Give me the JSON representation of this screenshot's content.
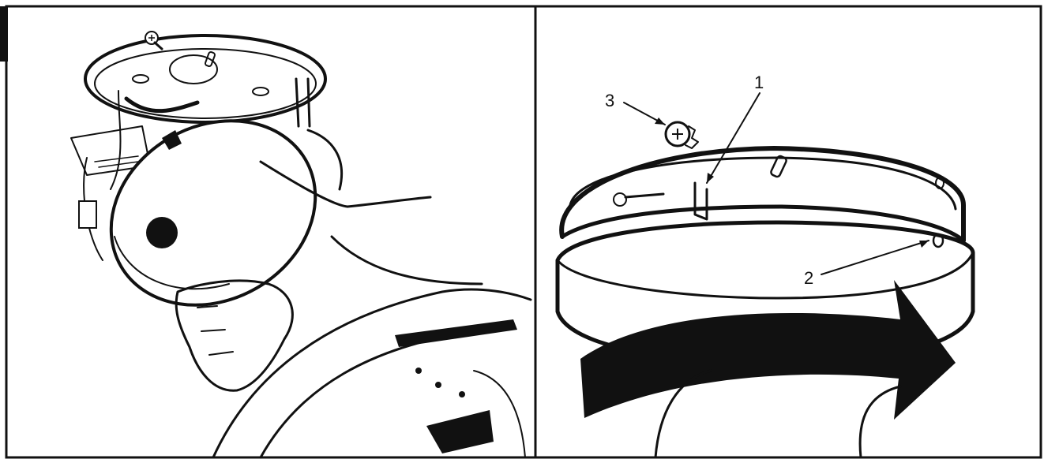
{
  "figure": {
    "callouts": [
      {
        "id": "1",
        "label": "1"
      },
      {
        "id": "2",
        "label": "2"
      },
      {
        "id": "3",
        "label": "3"
      }
    ],
    "colors": {
      "ink": "#111111",
      "paper": "#ffffff",
      "tab": "#000000"
    },
    "panels": [
      "hand-installing-detector",
      "detector-mounting-detail"
    ],
    "icons": [
      "screw-icon",
      "rotation-arrow-icon"
    ]
  }
}
